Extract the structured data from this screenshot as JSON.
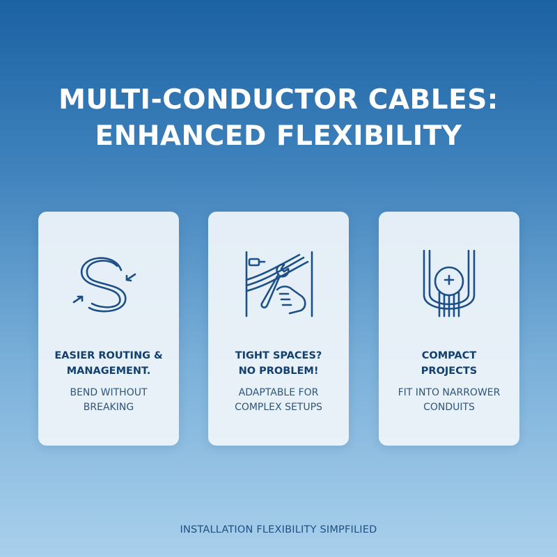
{
  "title": {
    "line1": "MULTI-CONDUCTOR CABLES:",
    "line2": "ENHANCED FLEXIBILITY"
  },
  "cards": [
    {
      "icon": "bending-cable-icon",
      "title_line1": "EASIER ROUTING &",
      "title_line2": "MANAGEMENT.",
      "desc_line1": "BEND WITHOUT",
      "desc_line2": "BREAKING"
    },
    {
      "icon": "wrench-hand-icon",
      "title_line1": "TIGHT SPACES?",
      "title_line2": "NO PROBLEM!",
      "desc_line1": "ADAPTABLE FOR",
      "desc_line2": "COMPLEX SETUPS"
    },
    {
      "icon": "conduit-bundle-icon",
      "title_line1": "COMPACT",
      "title_line2": "PROJECTS",
      "desc_line1": "FIT INTO NARROWER",
      "desc_line2": "CONDUITS"
    }
  ],
  "footer": "INSTALLATION FLEXIBILITY SIMPFILIED",
  "colors": {
    "background_top": "#1b62a3",
    "background_bottom": "#a9d0ec",
    "card_bg": "#f0f5fa",
    "icon_stroke": "#1b4f86",
    "heading_text": "#123f6e"
  }
}
